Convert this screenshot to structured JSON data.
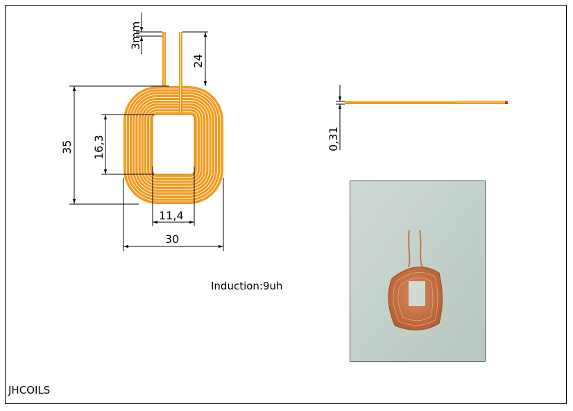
{
  "dimensions": {
    "lead_width": "3mm",
    "lead_length": "24",
    "outer_height": "35",
    "inner_height": "16,3",
    "inner_width": "11,4",
    "outer_width": "30",
    "thickness": "0,31"
  },
  "induction_text": "Induction:9uh",
  "brand_text": "JHCOILS",
  "colors": {
    "coil_orange": "#f39a1e",
    "coil_copper": "#c8693a",
    "photo_background": "#c9d6d0"
  }
}
